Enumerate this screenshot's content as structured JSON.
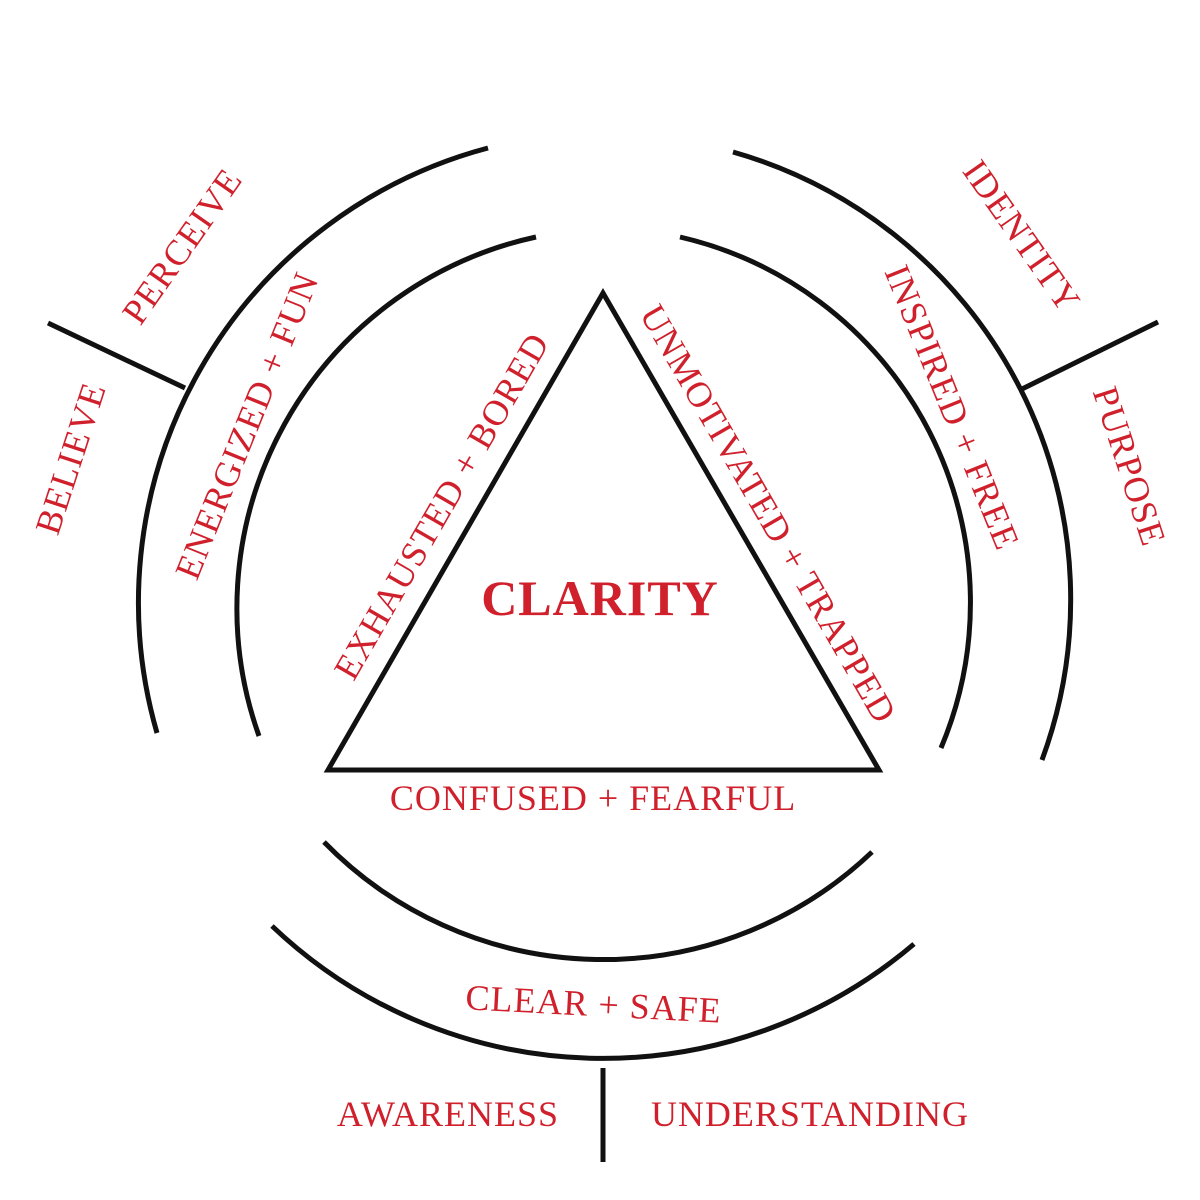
{
  "center": {
    "title": "CLARITY"
  },
  "triangle": {
    "left_side": "EXHAUSTED + BORED",
    "right_side": "UNMOTIVATED + TRAPPED",
    "bottom_side": "CONFUSED + FEARFUL"
  },
  "inner_ring": {
    "left": "ENERGIZED + FUN",
    "right": "INSPIRED + FREE",
    "bottom": "CLEAR + SAFE"
  },
  "outer_ring": {
    "left_upper": "PERCEIVE",
    "left_lower": "BELIEVE",
    "right_upper": "IDENTITY",
    "right_lower": "PURPOSE",
    "bottom_left": "AWARENESS",
    "bottom_right": "UNDERSTANDING"
  },
  "colors": {
    "text": "#d0202c",
    "lines": "#111111"
  }
}
